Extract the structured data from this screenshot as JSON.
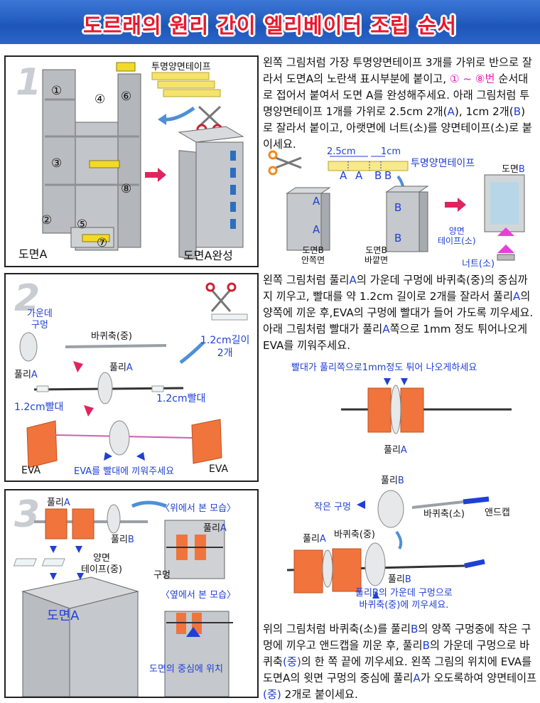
{
  "title": "도르래의 원리 간이 엘리베이터 조립 순서",
  "step1": {
    "number": "1",
    "tape_label": "투명양면테이프",
    "markers": [
      "①",
      "②",
      "③",
      "④",
      "⑤",
      "⑥",
      "⑦",
      "⑧"
    ],
    "sheet_a_label": "도면A",
    "sheet_a_done_label": "도면A완성",
    "para_a": "왼쪽 그림처럼 가장 투명양면테이프 3개를 가위로 반으로 잘라서 도면A의 노란색 표시부분에 붙이고,",
    "para_range": "① ~ ⑧번",
    "para_b": " 순서대로 접어서 붙여서 도면 A를 완성해주세요. 아래 그림처럼 투명양면테이프 1개를 가위로 2.5cm 2개(",
    "para_A1": "A",
    "para_c": "), 1cm 2개(",
    "para_B1": "B",
    "para_d": ")로 잘라서 붙이고, 아랫면에 너트(소)를 양면테이프(소)로 붙이세요.",
    "dim_25": "2.5cm",
    "dim_1": "1cm",
    "tape_label2": "투명양면테이프",
    "mark_a": "A",
    "mark_b": "B",
    "sheet_b_prefix": "도면",
    "sheet_b_letter": "B",
    "inner_label": "도면B\n안쪽면",
    "outer_label": "도면B\n바깥면",
    "tape_small": "양면\n테이프(소)",
    "nut_label": "너트(소)"
  },
  "step2": {
    "number": "2",
    "center_hole": "가운데\n구멍",
    "axle_mid": "바퀴축(중)",
    "pulley_a_prefix": "풀리",
    "pulley_a_letter": "A",
    "straw_12_a": "1.2cm길이\n2개",
    "straw_12_b": "1.2cm빨대",
    "straw_12_c": "1.2cm빨대",
    "eva": "EVA",
    "eva_insert": "EVA를 빨대에 끼워주세요",
    "para_a": "왼쪽 그림처럼 풀리",
    "para_A": "A",
    "para_b": "의 가운데 구멍에 바퀴축(중)의 중심까지 끼우고, 빨대를 약 1.2cm 길이로 2개를 잘라서 풀리",
    "para_A2": "A",
    "para_c": "의 양쪽에 끼운 후,EVA의 구멍에 빨대가 들어 가도록 끼우세요. 아래 그림처럼 빨대가 풀리",
    "para_A3": "A",
    "para_d": "쪽으로 1mm 정도 튀어나오게 EVA를 끼워주세요.",
    "para_axle_highlight": "(중)",
    "straw_note": "빨대가 풀리쪽으로1mm정도 튀어 나오게하세요"
  },
  "step3": {
    "number": "3",
    "top_view": "〈위에서 본 모습〉",
    "side_view": "〈옆에서 본 모습〉",
    "pulley_prefix": "풀리",
    "letter_a": "A",
    "letter_b": "B",
    "tape_mid": "양면\n테이프(중)",
    "sheet_a": "도면A",
    "hole": "구멍",
    "center_pos": "도면의 중심에 위치",
    "small_hole": "작은 구멍",
    "axle_small": "바퀴축(소)",
    "endcap": "앤드캡",
    "axle_mid": "바퀴축(중)",
    "pulley_b_note": "풀리B의 가운데 구멍으로\n바퀴축(중)에 끼우세요.",
    "para_a": "위의 그림처럼 바퀴축(소)를 풀리",
    "para_B": "B",
    "para_b": "의 양쪽 구멍중에 작은 구멍에 끼우고 앤드캡을 끼운 후, 풀리",
    "para_B2": "B",
    "para_c": "의 가운데 구멍으로 바퀴축",
    "para_mid": "(중)",
    "para_d": "의 한 쪽 끝에 끼우세요. 왼쪽 그림의 위치에 EVA를 도면A의 윗면 구멍의 중심에 풀리",
    "para_A": "A",
    "para_e": "가 오도록하여 양면테이프",
    "para_mid2": "(중)",
    "para_f": " 2개로 붙이세요."
  },
  "colors": {
    "title_red": "#e8192c",
    "banner_blue": "#2a62c6",
    "label_blue": "#1f3fd6",
    "marker_pink": "#e020b8",
    "arrow_red": "#e0245e",
    "tape_yellow": "#f2da2a",
    "eva_orange": "#f0743c"
  }
}
